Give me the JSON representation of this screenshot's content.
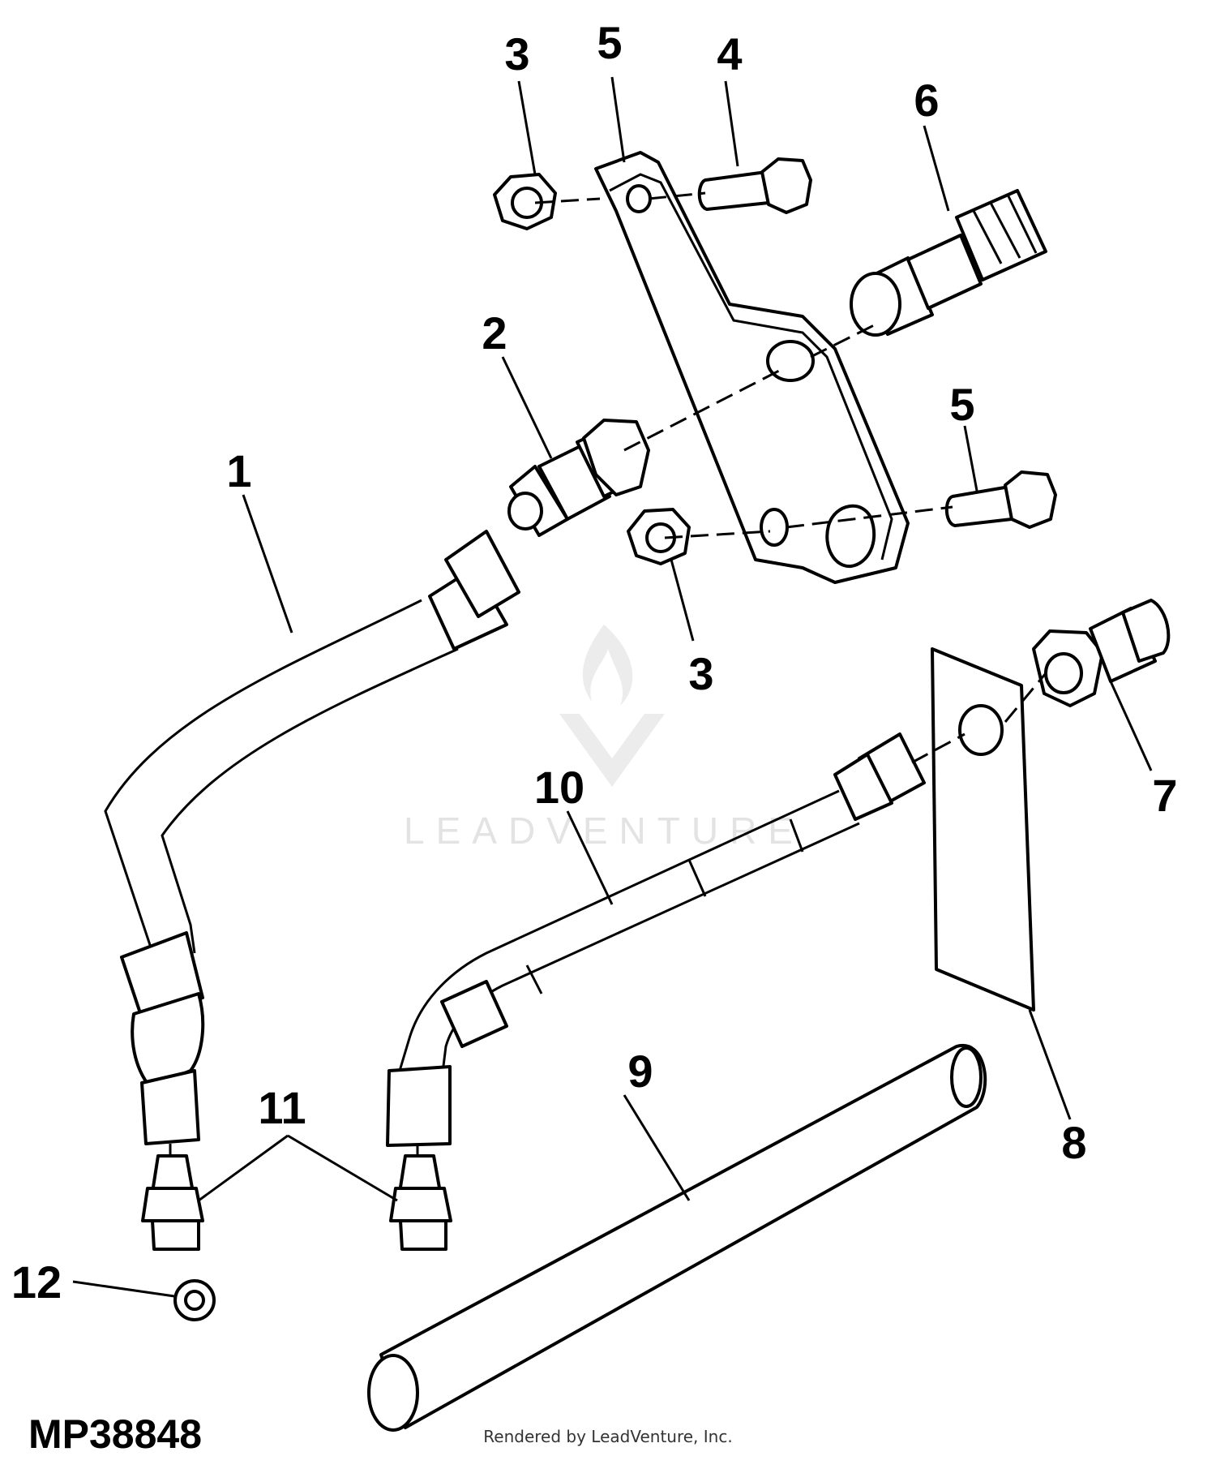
{
  "callouts": [
    "1",
    "2",
    "3",
    "3",
    "4",
    "5",
    "5",
    "6",
    "7",
    "8",
    "9",
    "10",
    "11",
    "12"
  ],
  "figure_id": "MP38848",
  "watermark": {
    "brand": "LEADVENTURE",
    "logo_icon": "flame-v-logo-icon"
  },
  "credit": "Rendered by LeadVenture, Inc."
}
